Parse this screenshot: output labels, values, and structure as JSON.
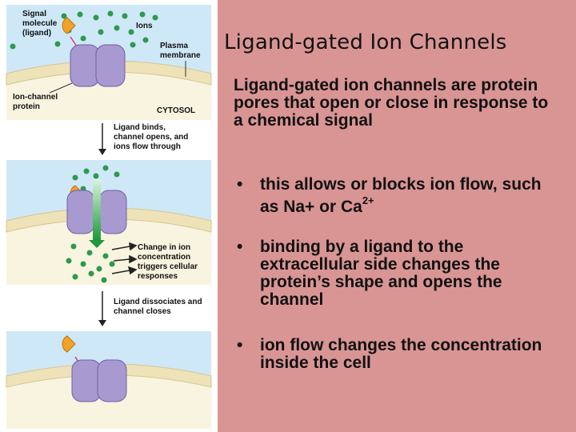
{
  "slide": {
    "title": "Ligand-gated Ion Channels",
    "intro": "Ligand-gated ion channels are protein pores that open or close in response to a chemical signal",
    "bullets": [
      {
        "text_before": "this allows or blocks ion flow, such as Na+ or Ca",
        "superscript": "2+"
      },
      {
        "text": "binding by a ligand to the extracellular side changes the protein’s shape and opens the channel"
      },
      {
        "text": "ion flow changes the concentration inside the cell"
      }
    ],
    "bullet_glyph": "•"
  },
  "figure": {
    "labels": {
      "signal_molecule_1": "Signal",
      "signal_molecule_2": "molecule",
      "signal_molecule_3": "(ligand)",
      "ions": "Ions",
      "plasma_membrane_1": "Plasma",
      "plasma_membrane_2": "membrane",
      "ion_channel_1": "Ion-channel",
      "ion_channel_2": "protein",
      "cytosol": "CYTOSOL",
      "step1_1": "Ligand binds,",
      "step1_2": "channel opens, and",
      "step1_3": "ions flow through",
      "change_1": "Change in ion",
      "change_2": "concentration",
      "change_3": "triggers cellular",
      "change_4": "responses",
      "step2_1": "Ligand dissociates and",
      "step2_2": "channel closes"
    }
  },
  "colors": {
    "slide_background": "#d99594",
    "extracellular": "#cfe8f7",
    "membrane": "#f3e9c6",
    "cytosol": "#f8f4e0",
    "channel_protein": "#a89ad0",
    "ion": "#2e9a4e",
    "ligand": "#f2a22a"
  }
}
